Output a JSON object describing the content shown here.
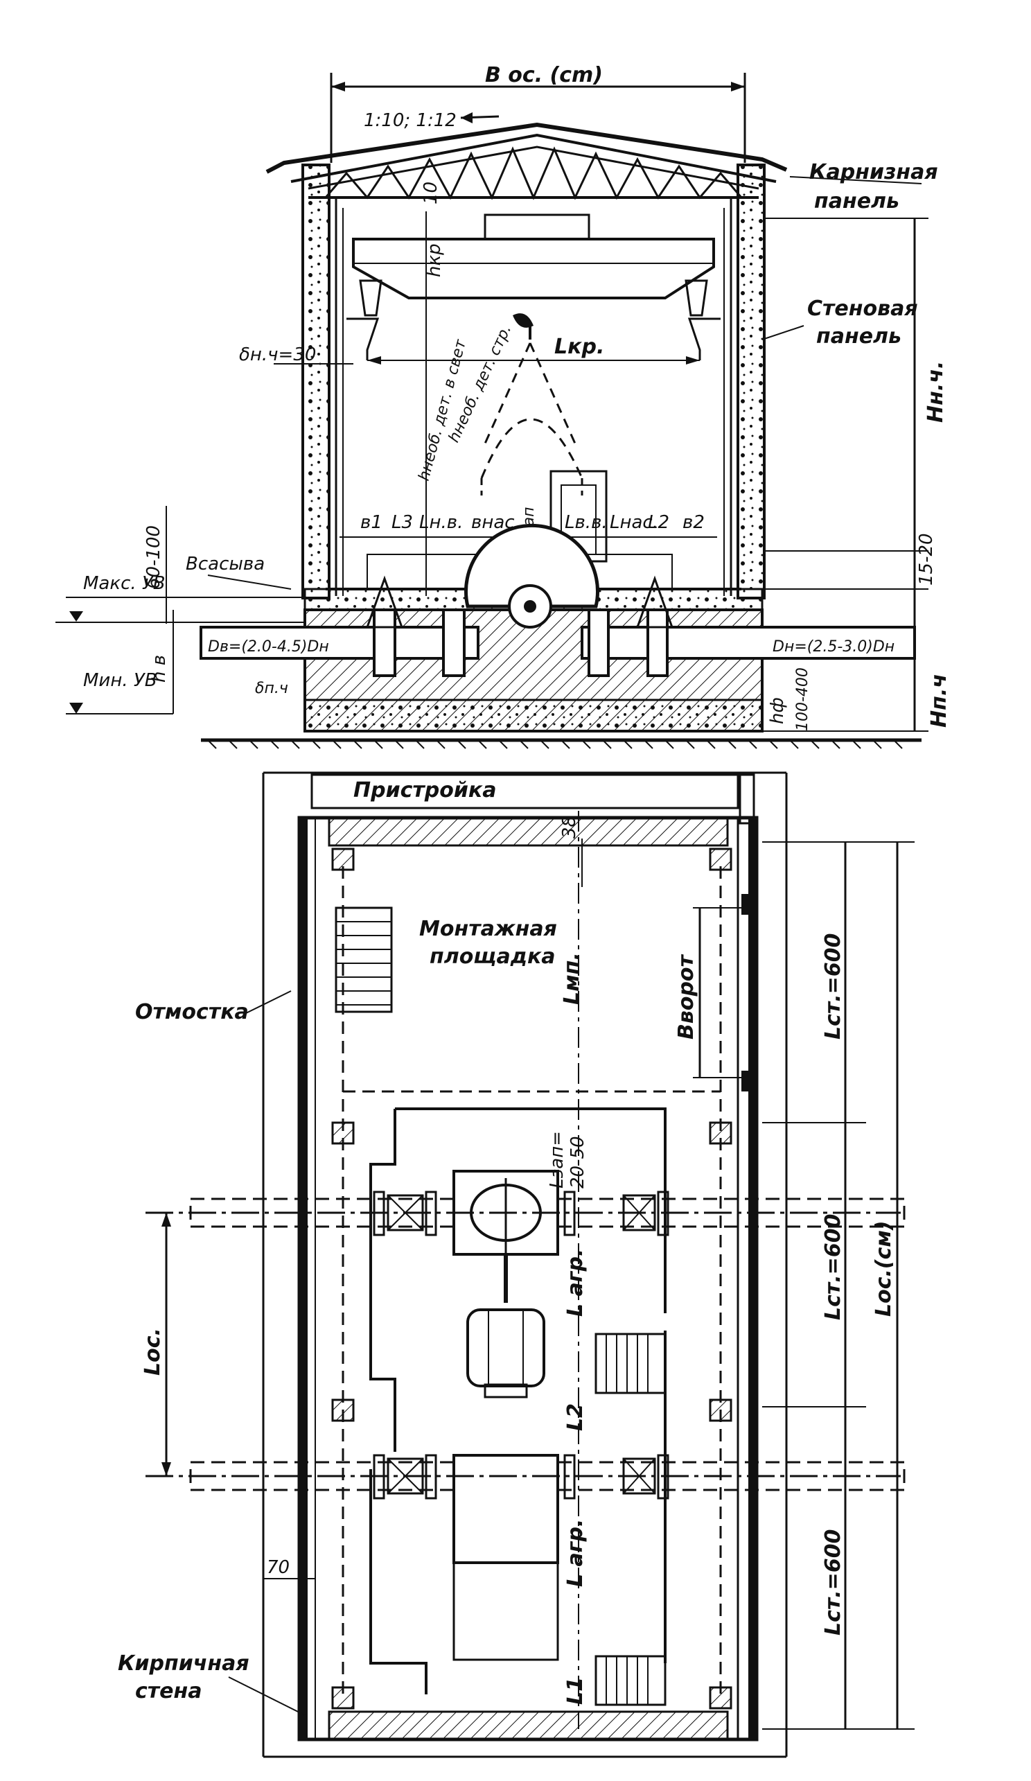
{
  "drawing": {
    "section": {
      "dim_width": "B oc. (cm)",
      "slope": "1:10; 1:12",
      "cornice_label": "Карнизная",
      "cornice_label2": "панель",
      "wall_panel_label": "Стеновая",
      "wall_panel_label2": "панель",
      "dim_10": "10",
      "dim_hkr": "hкр",
      "dim_lkr": "Lкр.",
      "dim_wall": "δн.ч=30",
      "dim_hneob": "hнеоб. дет. в свет",
      "dim_hneob2": "hнеоб. дет. стр.",
      "dim_hnch": "Hн.ч.",
      "dim_1520": "15-20",
      "dim_row": [
        "в1",
        "L3",
        "Lн.в.",
        "внас.",
        "hзап",
        "Lв.в.",
        "Lнас.",
        "L2",
        "в2"
      ],
      "level_max": "Макс. УВ",
      "level_min": "Мин. УВ",
      "dim_60100": "60-100",
      "dim_hv": "h в",
      "suction_label": "Всасыва",
      "pipe_left": "Dв=(2.0-4.5)Dн",
      "pipe_right": "Dн=(2.5-3.0)Dн",
      "dim_floor": "δп.ч",
      "dim_hf": "hф",
      "dim_100400": "100-400",
      "dim_hpch": "Hп.ч"
    },
    "plan": {
      "annex_label": "Пристройка",
      "dim_38": "38",
      "mount_label": "Монтажная",
      "mount_label2": "площадка",
      "otmostka_label": "Отмостка",
      "dim_lmp": "Lмп.",
      "dim_bvorot": "Вворот",
      "dim_lst1": "Lст.=600",
      "dim_lst2": "Lст.=600",
      "dim_lst3": "Lст.=600",
      "dim_lzap": "Lзап=",
      "dim_2050": "20-50",
      "dim_lagr1": "L агр.",
      "dim_lagr2": "L агр.",
      "dim_loc": "Lос.",
      "dim_loc_cm": "Lос.(см)",
      "dim_l2": "L2",
      "dim_l1": "L1",
      "dim_70": "70",
      "brick_label": "Кирпичная",
      "brick_label2": "стена"
    }
  }
}
